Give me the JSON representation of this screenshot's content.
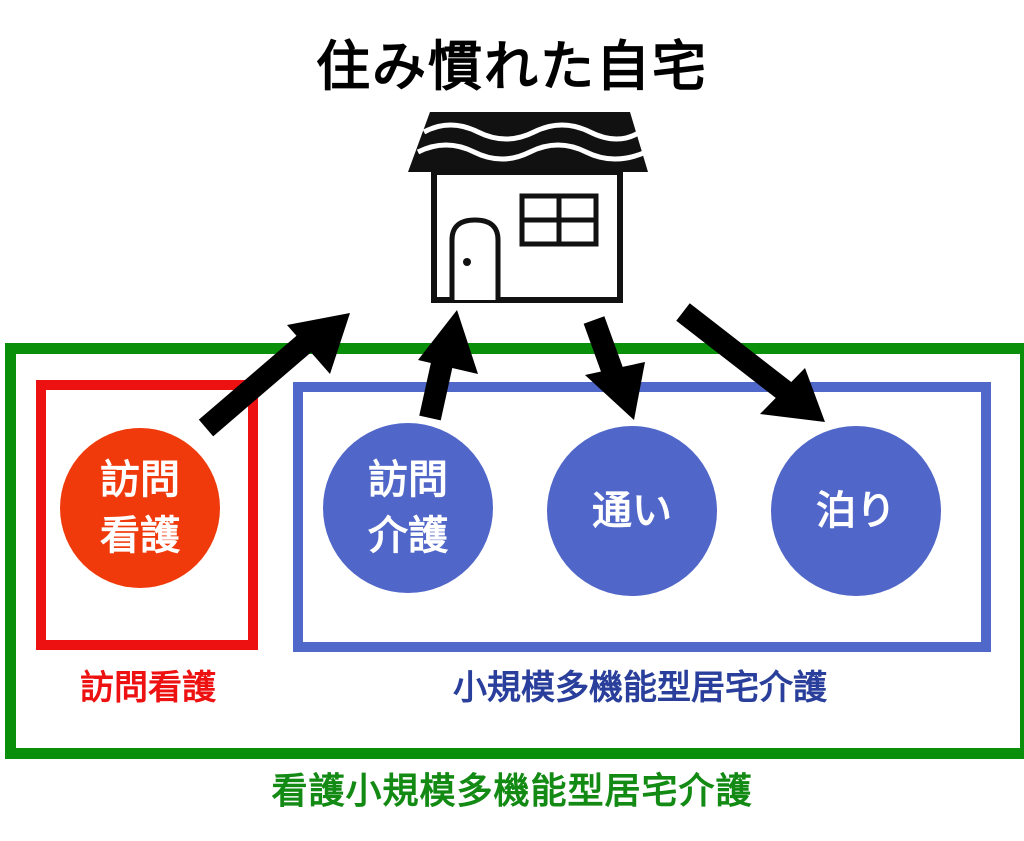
{
  "title": "住み慣れた自宅",
  "house": {
    "icon": "house-icon"
  },
  "services": [
    {
      "label": "訪問\n看護",
      "color": "#f03a0c"
    },
    {
      "label": "訪問\n介護",
      "color": "#5066c8"
    },
    {
      "label": "通い",
      "color": "#5066c8"
    },
    {
      "label": "泊り",
      "color": "#5066c8"
    }
  ],
  "groups": {
    "home_nursing": {
      "label": "訪問看護",
      "color": "#ee1111"
    },
    "small_scale": {
      "label": "小規模多機能型居宅介護",
      "color": "#4f68c9"
    },
    "nursing_small_scale": {
      "label": "看護小規模多機能型居宅介護",
      "color": "#0a8f0a"
    }
  }
}
